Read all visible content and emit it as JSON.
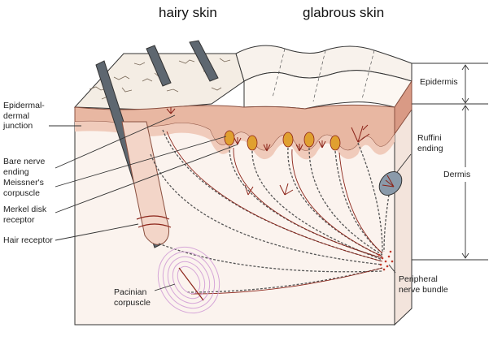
{
  "headings": {
    "hairy": "hairy skin",
    "glabrous": "glabrous skin"
  },
  "labels": {
    "epidermal_dermal_junction": [
      "Epidermal-",
      "dermal",
      "junction"
    ],
    "bare_nerve_ending": [
      "Bare nerve",
      "ending"
    ],
    "meissners_corpuscle": [
      "Meissner's",
      "corpuscle"
    ],
    "merkel_disk_receptor": [
      "Merkel disk",
      "receptor"
    ],
    "hair_receptor": [
      "Hair receptor"
    ],
    "pacinian_corpuscle": [
      "Pacinian",
      "corpuscle"
    ],
    "ruffini_ending": [
      "Ruffini",
      "ending"
    ],
    "peripheral_nerve_bundle": [
      "Peripheral",
      "nerve bundle"
    ],
    "epidermis": "Epidermis",
    "dermis": "Dermis"
  },
  "colors": {
    "epidermis_fill": "#e8b7a2",
    "dermis_fill": "#f6e9e2",
    "nerve": "#8b2318",
    "capsule": "#e0a030",
    "pacinian": "#d6a6d8",
    "outline": "#333333"
  }
}
